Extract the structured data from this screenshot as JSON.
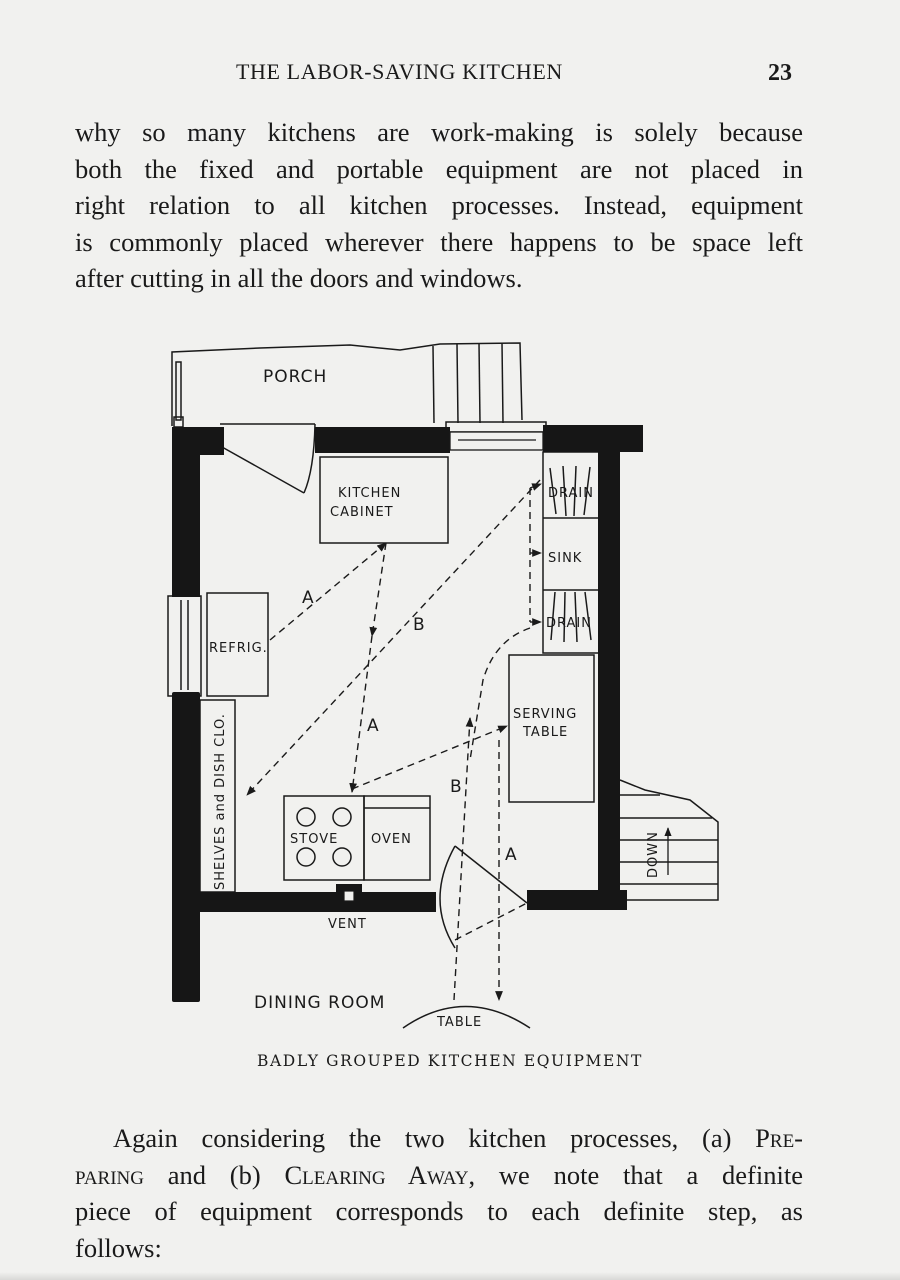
{
  "header": {
    "running_title": "THE LABOR-SAVING KITCHEN",
    "page_number": "23"
  },
  "paragraph_1": {
    "lines": [
      "why so many kitchens are work-making is solely because",
      "both the fixed and portable equipment are not placed in",
      "right relation to all kitchen processes.  Instead, equipment",
      "is commonly placed wherever there happens to be space left",
      "after cutting in all the doors and windows."
    ]
  },
  "figure": {
    "labels": {
      "porch": "PORCH",
      "kitchen_cabinet_1": "KITCHEN",
      "kitchen_cabinet_2": "CABINET",
      "drain_top": "DRAIN",
      "sink": "SINK",
      "drain_bottom": "DRAIN",
      "refrig": "REFRIG.",
      "shelves": "SHELVES and DISH CLO.",
      "serving_table_1": "SERVING",
      "serving_table_2": "TABLE",
      "stove": "STOVE",
      "oven": "OVEN",
      "vent": "VENT",
      "down": "DOWN",
      "dining_room": "DINING ROOM",
      "table": "TABLE",
      "path_a_1": "A",
      "path_a_2": "A",
      "path_a_3": "A",
      "path_b_1": "B",
      "path_b_2": "B"
    },
    "caption": "BADLY GROUPED KITCHEN EQUIPMENT"
  },
  "paragraph_2": {
    "line1_text": "Again considering the two kitchen processes, (a) ",
    "line1_sc": "Pre-",
    "line2_sc1": "paring",
    "line2_mid": " and (b) ",
    "line2_sc2": "Clearing Away",
    "line2_end": ", we note that a definite",
    "line3": "piece of equipment corresponds to each definite step, as",
    "line4": "follows:"
  }
}
